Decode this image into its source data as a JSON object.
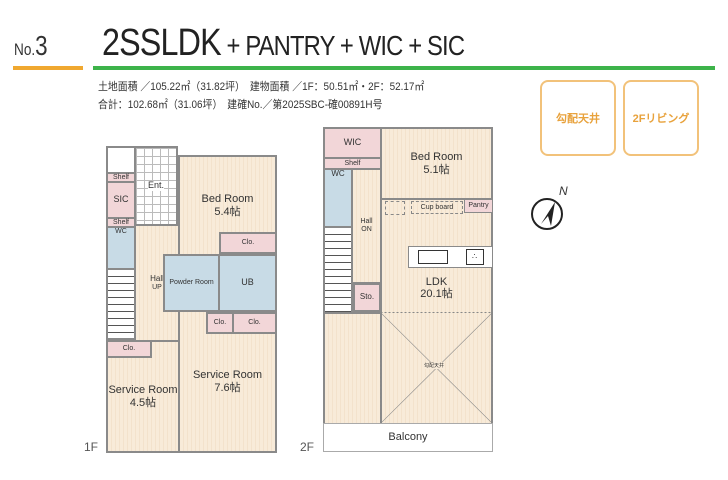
{
  "header": {
    "number_prefix": "No.",
    "number": "3",
    "title_main": "2SSLDK",
    "title_rest": " + PANTRY + WIC + SIC"
  },
  "info": {
    "line1": "土地面積 ／105.22㎡（31.82坪）　建物面積 ／1F：50.51㎡・2F：52.17㎡",
    "line2": "合計：102.68㎡（31.06坪）　建確No.／第2025SBC-確00891H号"
  },
  "badges": [
    "勾配天井",
    "2Fリビング"
  ],
  "compass": {
    "label": "N",
    "icon": "north-arrow-icon"
  },
  "colors": {
    "accent_orange": "#f0a830",
    "accent_green": "#3db34a",
    "badge": "#e8a23c"
  },
  "floor1": {
    "label": "1F",
    "shelf_top": "Shelf",
    "sic": "SIC",
    "shelf_bottom": "Shelf",
    "entrance": "Ent.",
    "wc": "WC",
    "hall": "Hall",
    "up": "UP",
    "bed_room": "Bed Room",
    "bed_size": "5.4帖",
    "closet_bed": "Clo.",
    "powder": "Powder Room",
    "ub": "UB",
    "clo_a": "Clo.",
    "clo_b": "Clo.",
    "clo_left": "Clo.",
    "service_small": "Service Room",
    "service_small_size": "4.5帖",
    "service_large": "Service Room",
    "service_large_size": "7.6帖"
  },
  "floor2": {
    "label": "2F",
    "wic": "WIC",
    "shelf": "Shelf",
    "wc": "WC",
    "hall": "Hall",
    "on": "ON",
    "sto": "Sto.",
    "bed_room": "Bed Room",
    "bed_size": "5.1帖",
    "cupboard": "Cup board",
    "pantry": "Pantry",
    "ldk": "LDK",
    "ldk_size": "20.1帖",
    "sloped_ceiling": "勾配天井",
    "balcony": "Balcony"
  }
}
